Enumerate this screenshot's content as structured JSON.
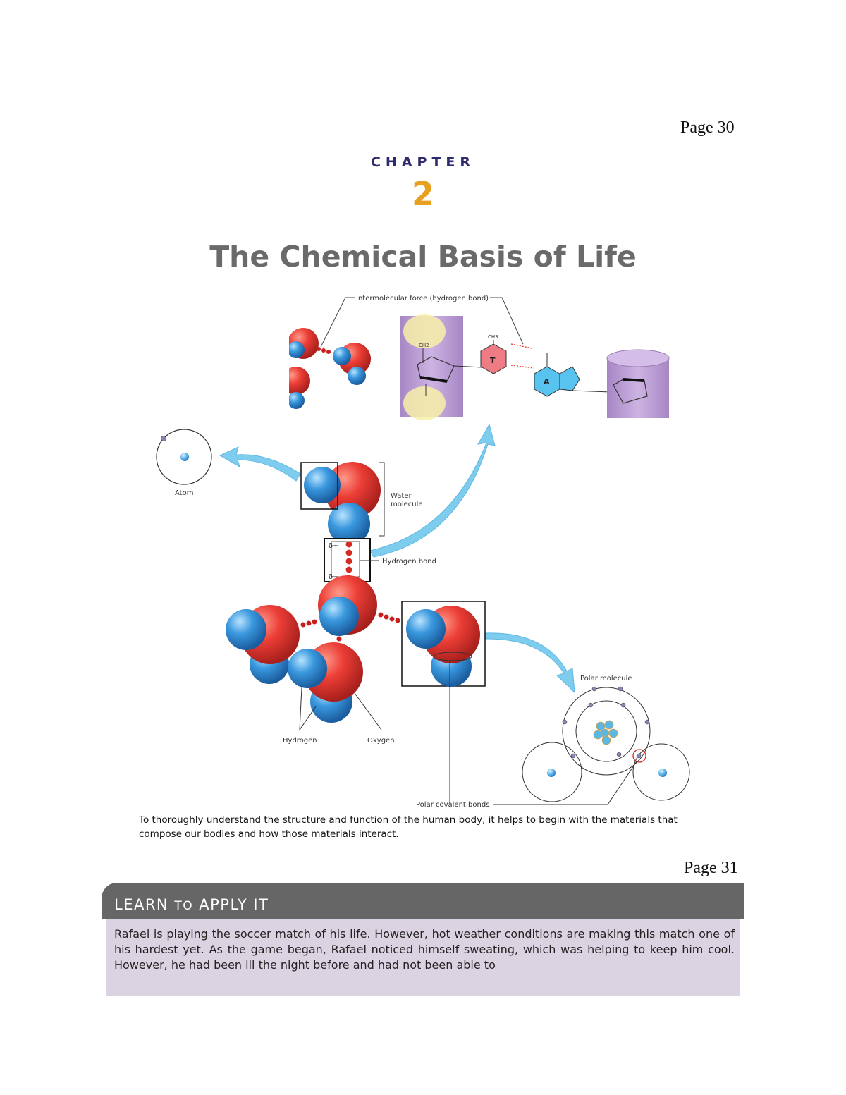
{
  "page_top": {
    "page_number": "Page 30"
  },
  "chapter": {
    "label": "CHAPTER",
    "number": "2",
    "title": "The Chemical Basis of Life"
  },
  "figure": {
    "labels": {
      "intermolecular": "Intermolecular force (hydrogen bond)",
      "atom": "Atom",
      "water_molecule_1": "Water",
      "water_molecule_2": "molecule",
      "hydrogen_bond": "Hydrogen bond",
      "polar_molecule": "Polar molecule",
      "hydrogen": "Hydrogen",
      "oxygen": "Oxygen",
      "polar_covalent_bonds": "Polar covalent bonds",
      "delta_plus": "δ+",
      "delta_minus": "δ−",
      "base_t": "T",
      "base_a": "A",
      "ch3": "CH3",
      "ch2": "CH2"
    },
    "colors": {
      "oxygen": "#e83a35",
      "hydrogen": "#2f8fd8",
      "arrow": "#7fcdee",
      "pillar": "#bf9fd6",
      "phosphate": "#f7f0a8"
    }
  },
  "caption": "To thoroughly understand the structure and function of the human body, it helps to begin with the materials that compose our bodies and how those materials interact.",
  "page_bottom": {
    "page_number": "Page 31"
  },
  "learn_to_apply": {
    "title_part1": "LEARN ",
    "title_part2": "TO",
    "title_part3": " APPLY IT",
    "body": "Rafael is playing the soccer match of his life. However, hot weather conditions are making this match one of his hardest yet. As the game began, Rafael noticed himself sweating, which was helping to keep him cool. However, he had been ill the night before and had not been able to"
  }
}
